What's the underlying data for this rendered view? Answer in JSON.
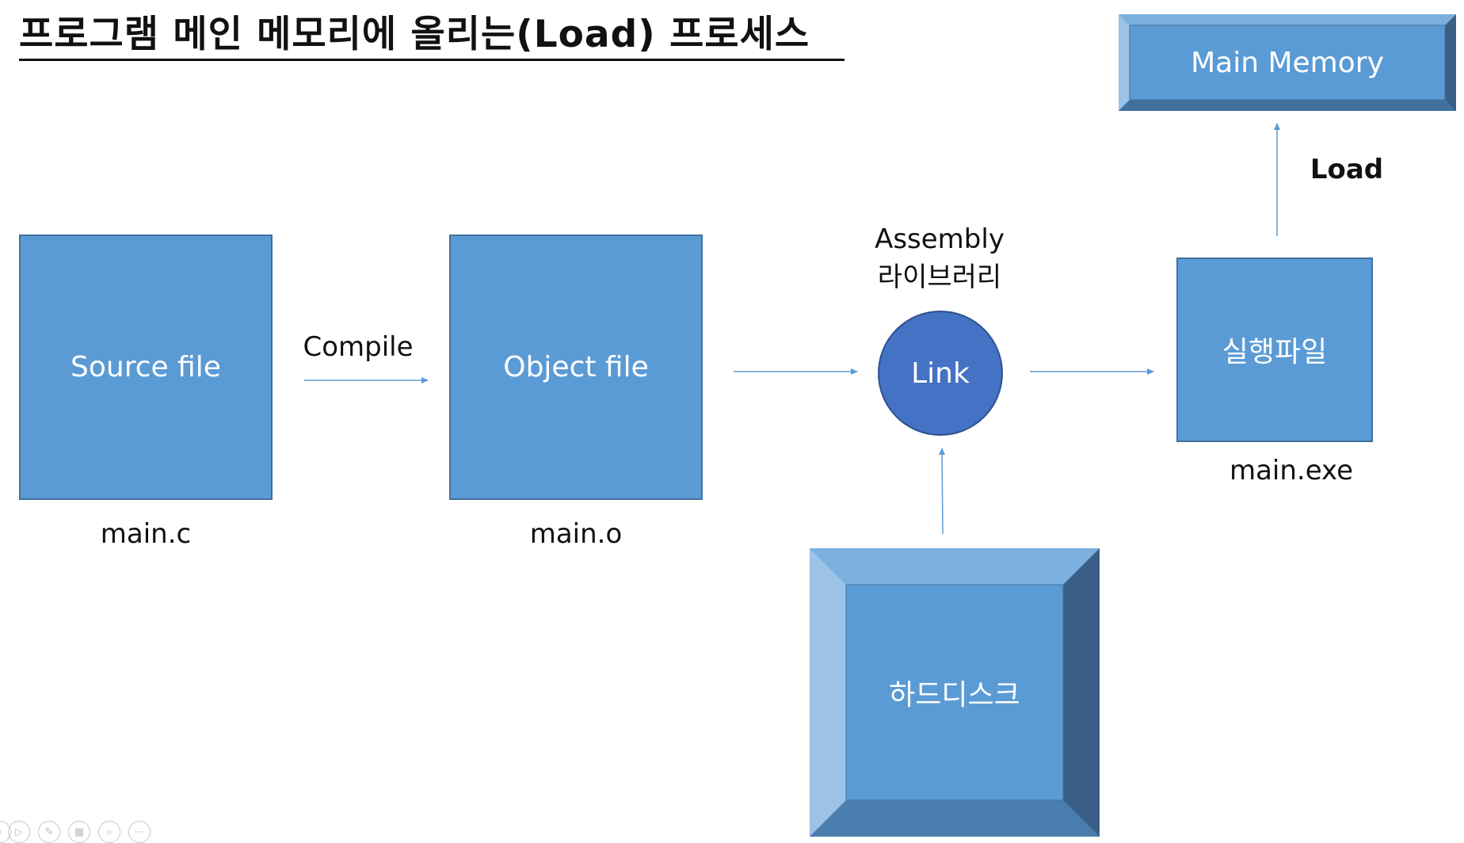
{
  "title": "프로그램 메인 메모리에 올리는(Load) 프로세스",
  "nodes": {
    "source": {
      "label": "Source file",
      "caption": "main.c"
    },
    "object": {
      "label": "Object file",
      "caption": "main.o"
    },
    "link": {
      "label": "Link",
      "top_caption_line1": "Assembly",
      "top_caption_line2": "라이브러리"
    },
    "executable": {
      "label": "실행파일",
      "caption": "main.exe"
    },
    "main_memory": {
      "label": "Main Memory"
    },
    "hard_disk": {
      "label": "하드디스크"
    }
  },
  "edges": {
    "compile": {
      "label": "Compile"
    },
    "load": {
      "label": "Load"
    }
  },
  "colors": {
    "box_fill": "#5b9bd5",
    "box_border": "#41719c",
    "circle_fill": "#4472c4",
    "arrow": "#5b9bd5"
  },
  "toolbar": {
    "icons": [
      "previous-icon",
      "play-icon",
      "pen-icon",
      "slides-icon",
      "zoom-icon",
      "more-icon"
    ]
  }
}
